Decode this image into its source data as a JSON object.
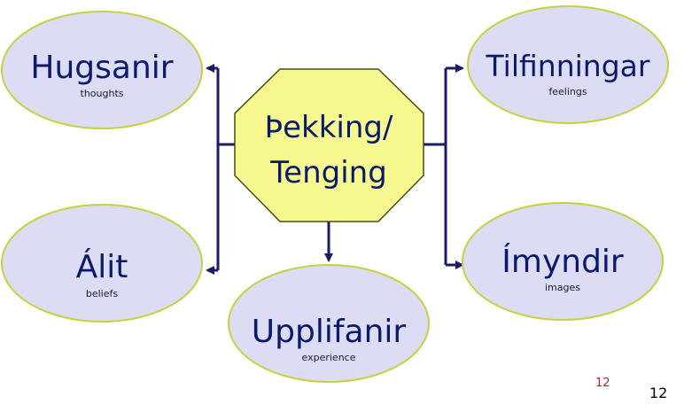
{
  "colors": {
    "ellipse_fill": "#dcdcf4",
    "ellipse_stroke": "#c8d040",
    "center_fill": "#f8f890",
    "center_stroke": "#4a4a10",
    "connector": "#1a1a6a",
    "title_text": "#0a1a6b",
    "page_num_red": "#b22222"
  },
  "center": {
    "line1": "Þekking/",
    "line2": "Tenging"
  },
  "nodes": {
    "hugsanir": {
      "title": "Hugsanir",
      "subtitle": "thoughts"
    },
    "alit": {
      "title": "Álit",
      "subtitle": "beliefs"
    },
    "upplifanir": {
      "title": "Upplifanir",
      "subtitle": "experience"
    },
    "tilfinningar": {
      "title": "Tilfinningar",
      "subtitle": "feelings"
    },
    "imyndir": {
      "title": "Ímyndir",
      "subtitle": "images"
    }
  },
  "page_number_small": "12",
  "page_number": "12"
}
